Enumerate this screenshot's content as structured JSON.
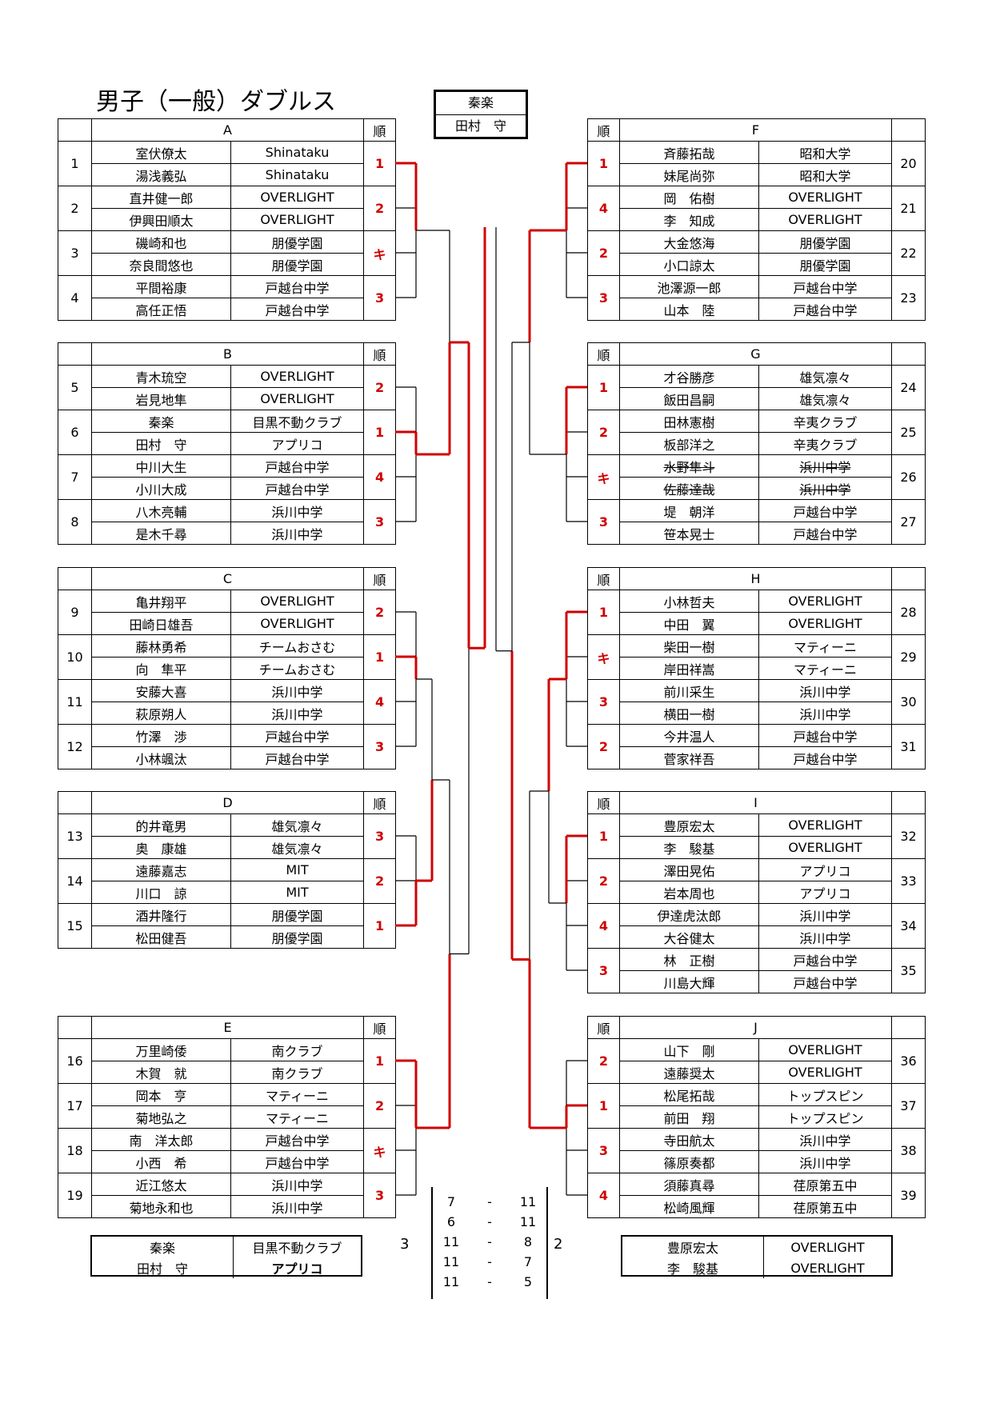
{
  "title": "男子（一般）ダブルス",
  "winner": {
    "name": "秦楽",
    "name2": "田村　守"
  },
  "rank_header": "順",
  "groups": [
    {
      "label": "A",
      "side": "left",
      "entries": [
        {
          "num": "1",
          "p1": "室伏僚太",
          "c1": "Shinataku",
          "p2": "湯浅義弘",
          "c2": "Shinataku",
          "rank": "1"
        },
        {
          "num": "2",
          "p1": "直井健一郎",
          "c1": "OVERLIGHT",
          "p2": "伊興田順太",
          "c2": "OVERLIGHT",
          "rank": "2"
        },
        {
          "num": "3",
          "p1": "磯崎和也",
          "c1": "朋優学園",
          "p2": "奈良間悠也",
          "c2": "朋優学園",
          "rank": "キ"
        },
        {
          "num": "4",
          "p1": "平間裕康",
          "c1": "戸越台中学",
          "p2": "高任正悟",
          "c2": "戸越台中学",
          "rank": "3"
        }
      ]
    },
    {
      "label": "B",
      "side": "left",
      "entries": [
        {
          "num": "5",
          "p1": "青木琉空",
          "c1": "OVERLIGHT",
          "p2": "岩見地隼",
          "c2": "OVERLIGHT",
          "rank": "2"
        },
        {
          "num": "6",
          "p1": "秦楽",
          "c1": "目黒不動クラブ",
          "p2": "田村　守",
          "c2": "アプリコ",
          "rank": "1"
        },
        {
          "num": "7",
          "p1": "中川大生",
          "c1": "戸越台中学",
          "p2": "小川大成",
          "c2": "戸越台中学",
          "rank": "4"
        },
        {
          "num": "8",
          "p1": "八木亮輔",
          "c1": "浜川中学",
          "p2": "是木千尋",
          "c2": "浜川中学",
          "rank": "3"
        }
      ]
    },
    {
      "label": "C",
      "side": "left",
      "entries": [
        {
          "num": "9",
          "p1": "亀井翔平",
          "c1": "OVERLIGHT",
          "p2": "田崎日雄吾",
          "c2": "OVERLIGHT",
          "rank": "2"
        },
        {
          "num": "10",
          "p1": "藤林勇希",
          "c1": "チームおさむ",
          "p2": "向　隼平",
          "c2": "チームおさむ",
          "rank": "1"
        },
        {
          "num": "11",
          "p1": "安藤大喜",
          "c1": "浜川中学",
          "p2": "萩原朔人",
          "c2": "浜川中学",
          "rank": "4"
        },
        {
          "num": "12",
          "p1": "竹澤　渉",
          "c1": "戸越台中学",
          "p2": "小林颯汰",
          "c2": "戸越台中学",
          "rank": "3"
        }
      ]
    },
    {
      "label": "D",
      "side": "left",
      "entries": [
        {
          "num": "13",
          "p1": "的井竜男",
          "c1": "雄気凛々",
          "p2": "奥　康雄",
          "c2": "雄気凛々",
          "rank": "3"
        },
        {
          "num": "14",
          "p1": "遠藤嘉志",
          "c1": "MIT",
          "p2": "川口　諒",
          "c2": "MIT",
          "rank": "2"
        },
        {
          "num": "15",
          "p1": "酒井隆行",
          "c1": "朋優学園",
          "p2": "松田健吾",
          "c2": "朋優学園",
          "rank": "1"
        }
      ]
    },
    {
      "label": "E",
      "side": "left",
      "entries": [
        {
          "num": "16",
          "p1": "万里崎倭",
          "c1": "南クラブ",
          "p2": "木賀　就",
          "c2": "南クラブ",
          "rank": "1"
        },
        {
          "num": "17",
          "p1": "岡本　亨",
          "c1": "マティーニ",
          "p2": "菊地弘之",
          "c2": "マティーニ",
          "rank": "2"
        },
        {
          "num": "18",
          "p1": "南　洋太郎",
          "c1": "戸越台中学",
          "p2": "小西　希",
          "c2": "戸越台中学",
          "rank": "キ"
        },
        {
          "num": "19",
          "p1": "近江悠太",
          "c1": "浜川中学",
          "p2": "菊地永和也",
          "c2": "浜川中学",
          "rank": "3"
        }
      ]
    },
    {
      "label": "F",
      "side": "right",
      "entries": [
        {
          "num": "20",
          "p1": "斉藤拓哉",
          "c1": "昭和大学",
          "p2": "妹尾尚弥",
          "c2": "昭和大学",
          "rank": "1"
        },
        {
          "num": "21",
          "p1": "岡　佑樹",
          "c1": "OVERLIGHT",
          "p2": "李　知成",
          "c2": "OVERLIGHT",
          "rank": "4"
        },
        {
          "num": "22",
          "p1": "大金悠海",
          "c1": "朋優学園",
          "p2": "小口諒太",
          "c2": "朋優学園",
          "rank": "2"
        },
        {
          "num": "23",
          "p1": "池澤源一郎",
          "c1": "戸越台中学",
          "p2": "山本　陸",
          "c2": "戸越台中学",
          "rank": "3"
        }
      ]
    },
    {
      "label": "G",
      "side": "right",
      "entries": [
        {
          "num": "24",
          "p1": "才谷勝彦",
          "c1": "雄気凛々",
          "p2": "飯田昌嗣",
          "c2": "雄気凛々",
          "rank": "1"
        },
        {
          "num": "25",
          "p1": "田林憲樹",
          "c1": "辛夷クラブ",
          "p2": "板部洋之",
          "c2": "辛夷クラブ",
          "rank": "2"
        },
        {
          "num": "26",
          "p1": "水野隼斗",
          "c1": "浜川中学",
          "p2": "佐藤達哉",
          "c2": "浜川中学",
          "rank": "キ",
          "strike": true
        },
        {
          "num": "27",
          "p1": "堤　朝洋",
          "c1": "戸越台中学",
          "p2": "笹本晃士",
          "c2": "戸越台中学",
          "rank": "3"
        }
      ]
    },
    {
      "label": "H",
      "side": "right",
      "entries": [
        {
          "num": "28",
          "p1": "小林哲夫",
          "c1": "OVERLIGHT",
          "p2": "中田　翼",
          "c2": "OVERLIGHT",
          "rank": "1"
        },
        {
          "num": "29",
          "p1": "柴田一樹",
          "c1": "マティーニ",
          "p2": "岸田祥嵩",
          "c2": "マティーニ",
          "rank": "キ"
        },
        {
          "num": "30",
          "p1": "前川采生",
          "c1": "浜川中学",
          "p2": "横田一樹",
          "c2": "浜川中学",
          "rank": "3"
        },
        {
          "num": "31",
          "p1": "今井温人",
          "c1": "戸越台中学",
          "p2": "菅家祥吾",
          "c2": "戸越台中学",
          "rank": "2"
        }
      ]
    },
    {
      "label": "I",
      "side": "right",
      "entries": [
        {
          "num": "32",
          "p1": "豊原宏太",
          "c1": "OVERLIGHT",
          "p2": "李　駿基",
          "c2": "OVERLIGHT",
          "rank": "1"
        },
        {
          "num": "33",
          "p1": "澤田晃佑",
          "c1": "アプリコ",
          "p2": "岩本周也",
          "c2": "アプリコ",
          "rank": "2"
        },
        {
          "num": "34",
          "p1": "伊達虎汰郎",
          "c1": "浜川中学",
          "p2": "大谷健太",
          "c2": "浜川中学",
          "rank": "4"
        },
        {
          "num": "35",
          "p1": "林　正樹",
          "c1": "戸越台中学",
          "p2": "川島大輝",
          "c2": "戸越台中学",
          "rank": "3"
        }
      ]
    },
    {
      "label": "J",
      "side": "right",
      "entries": [
        {
          "num": "36",
          "p1": "山下　剛",
          "c1": "OVERLIGHT",
          "p2": "遠藤奨太",
          "c2": "OVERLIGHT",
          "rank": "2"
        },
        {
          "num": "37",
          "p1": "松尾拓哉",
          "c1": "トップスピン",
          "p2": "前田　翔",
          "c2": "トップスピン",
          "rank": "1"
        },
        {
          "num": "38",
          "p1": "寺田航太",
          "c1": "浜川中学",
          "p2": "篠原奏都",
          "c2": "浜川中学",
          "rank": "3"
        },
        {
          "num": "39",
          "p1": "須藤真尋",
          "c1": "荏原第五中",
          "p2": "松崎風輝",
          "c2": "荏原第五中",
          "rank": "4"
        }
      ]
    }
  ],
  "final": {
    "left": {
      "p1": "秦楽",
      "c1": "目黒不動クラブ",
      "p2": "田村　守",
      "c2": "アプリコ"
    },
    "right": {
      "p1": "豊原宏太",
      "c1": "OVERLIGHT",
      "p2": "李　駿基",
      "c2": "OVERLIGHT"
    },
    "sets_left": "3",
    "sets_right": "2",
    "scores": [
      {
        "a": "7",
        "dash": "-",
        "b": "11"
      },
      {
        "a": "6",
        "dash": "-",
        "b": "11"
      },
      {
        "a": "11",
        "dash": "-",
        "b": "8"
      },
      {
        "a": "11",
        "dash": "-",
        "b": "7"
      },
      {
        "a": "11",
        "dash": "-",
        "b": "5"
      }
    ]
  },
  "colors": {
    "bracket_win": "#d00000",
    "bracket_line": "#000000",
    "rank_text": "#d00000"
  }
}
